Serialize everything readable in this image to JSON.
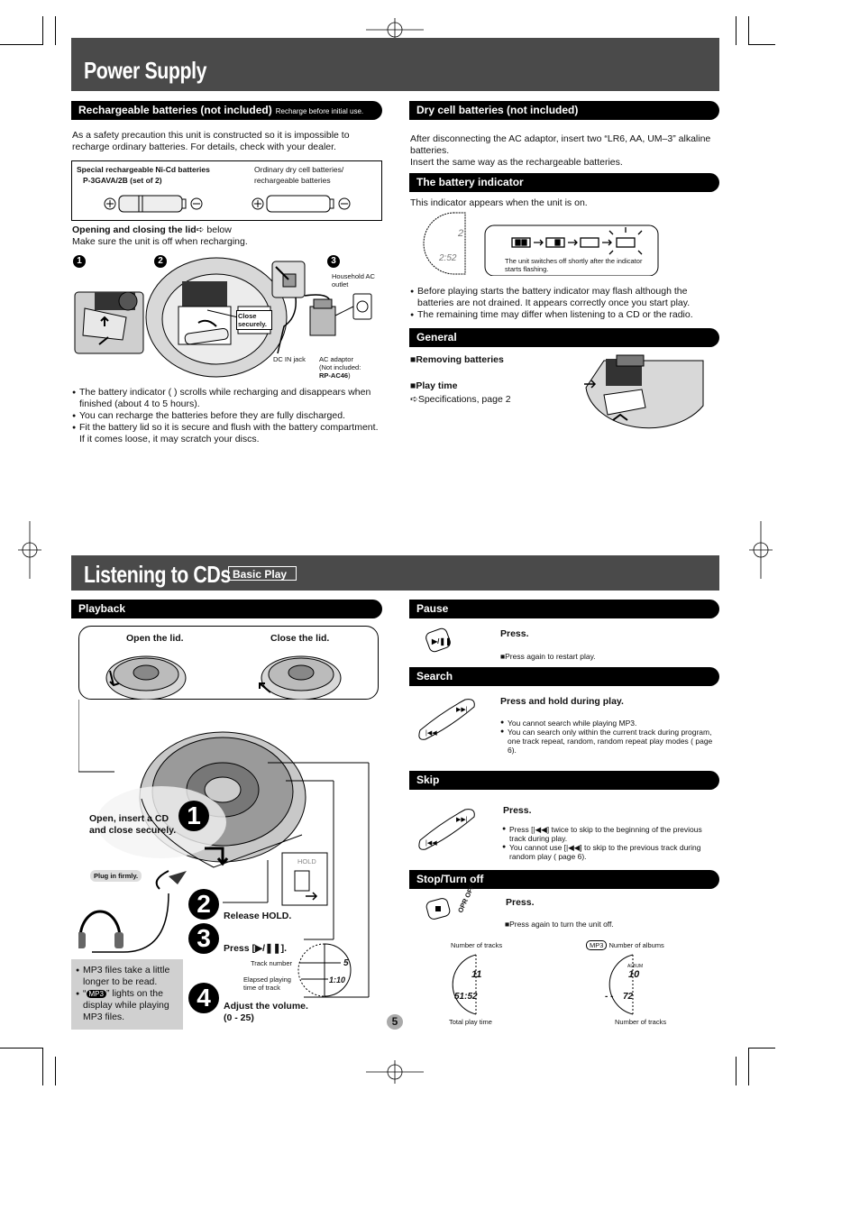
{
  "power_supply": {
    "title": "Power Supply",
    "rechargeable": {
      "heading": "Rechargeable batteries (not included)",
      "heading_note": "Recharge before initial use.",
      "intro": "As a safety precaution this unit is constructed so it is impossible to recharge ordinary batteries. For details, check with your dealer.",
      "special_label_1": "Special rechargeable Ni-Cd batteries",
      "special_label_2": "P-3GAVA/2B (set of 2)",
      "ordinary_label_1": "Ordinary dry cell batteries/",
      "ordinary_label_2": "rechargeable batteries",
      "lid_heading": "Opening and closing the lid",
      "lid_below": "below",
      "lid_note": "Make sure the unit is off when recharging.",
      "step_1": "1",
      "step_2": "2",
      "step_3": "3",
      "close_securely": "Close securely.",
      "household_outlet": "Household AC outlet",
      "dc_in_jack": "DC IN jack",
      "ac_adaptor_1": "AC adaptor",
      "ac_adaptor_2": "(Not included:",
      "ac_adaptor_model": "RP-AC46",
      "ac_adaptor_end": ")",
      "notes": [
        "The battery indicator (  ) scrolls while recharging and disappears when finished (about 4 to 5 hours).",
        "You can recharge the batteries before they are fully discharged.",
        "Fit the battery lid so it is secure and flush with the battery compartment. If it comes loose, it may scratch your discs."
      ]
    },
    "dry_cell": {
      "heading": "Dry cell batteries (not included)",
      "text_1": "After disconnecting the AC adaptor, insert two “LR6, AA, UM–3” alkaline batteries.",
      "text_2": "Insert the same way as the rechargeable batteries."
    },
    "battery_indicator": {
      "heading": "The battery indicator",
      "text": "This indicator appears when the unit is on.",
      "lcd_track": "2",
      "lcd_time": "2:52",
      "flash_note": "The unit switches off shortly after the indicator starts flashing.",
      "notes": [
        "Before playing starts the battery indicator may flash although the batteries are not drained. It appears correctly once you start play.",
        "The remaining time may differ when listening to a CD or the radio."
      ]
    },
    "general": {
      "heading": "General",
      "removing": "■Removing batteries",
      "play_time": "■Play time",
      "play_time_ref": "Specifications, page 2"
    }
  },
  "listening": {
    "title": "Listening to CDs",
    "badge": "Basic Play",
    "playback": {
      "heading": "Playback",
      "open_lid": "Open the lid.",
      "close_lid": "Close the lid.",
      "insert_cd_1": "Open, insert a CD",
      "insert_cd_2": "and close securely.",
      "plug_in": "Plug in firmly.",
      "hold_label": "HOLD",
      "step_1": "1",
      "step_2": "2",
      "step_3": "3",
      "step_4": "4",
      "release_hold": "Release HOLD.",
      "press_play": "Press [▶/❚❚].",
      "track_number": "Track number",
      "elapsed_time_1": "Elapsed playing",
      "elapsed_time_2": "time of track",
      "lcd_track": "5",
      "lcd_time": "1:10",
      "adjust_volume_1": "Adjust the volume.",
      "adjust_volume_2": "(0 - 25)",
      "mp3_note_1": "MP3 files take a little longer to be read.",
      "mp3_note_2a": "“",
      "mp3_badge": "MP3",
      "mp3_note_2b": "” lights on the display while playing MP3 files."
    },
    "pause": {
      "heading": "Pause",
      "press": "Press.",
      "note": "■Press again to restart play.",
      "button_icon": "▶/❚❚"
    },
    "search": {
      "heading": "Search",
      "press": "Press and hold during play.",
      "notes": [
        "You cannot search while playing MP3.",
        "You can search only within the current track during program, one track repeat, random, random repeat play modes (  page 6)."
      ]
    },
    "skip": {
      "heading": "Skip",
      "press": "Press.",
      "notes": [
        "Press [|◀◀] twice to skip to the beginning of the previous track during play.",
        "You cannot use [|◀◀] to skip to the previous track during random play (  page 6)."
      ]
    },
    "stop": {
      "heading": "Stop/Turn off",
      "press": "Press.",
      "note": "■Press again to turn the unit off.",
      "opr_off": "OPR OFF",
      "cd_tracks_label": "Number of tracks",
      "cd_tracks": "11",
      "cd_total_time": "51:52",
      "cd_total_label": "Total play time",
      "mp3_badge": "MP3",
      "mp3_albums_label": "Number of albums",
      "mp3_album_word": "ALBUM",
      "mp3_albums": "10",
      "mp3_dashes": "- -",
      "mp3_tracks": "72",
      "mp3_tracks_label": "Number of tracks"
    },
    "page_number": "5"
  }
}
